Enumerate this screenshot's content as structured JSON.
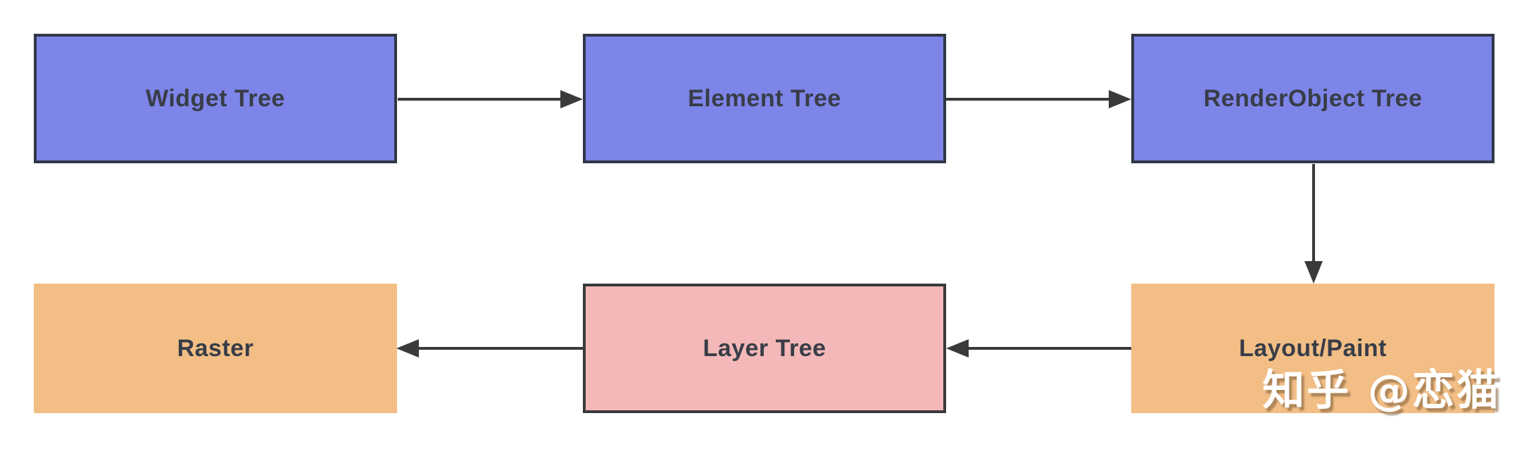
{
  "diagram": {
    "background": "#FFFFFF",
    "edge_color": "#3A3A3A",
    "text_color": "#383D47",
    "nodes": {
      "widget_tree": {
        "label": "Widget Tree",
        "fill": "#7D85E8",
        "border": "#2F3747"
      },
      "element_tree": {
        "label": "Element Tree",
        "fill": "#7D85E8",
        "border": "#2F3747"
      },
      "renderobject_tree": {
        "label": "RenderObject Tree",
        "fill": "#7D85E8",
        "border": "#2F3747"
      },
      "raster": {
        "label": "Raster",
        "fill": "#F2BE85",
        "border": "none"
      },
      "layer_tree": {
        "label": "Layer Tree",
        "fill": "#F4B8B8",
        "border": "#3A3A3A"
      },
      "layout_paint": {
        "label": "Layout/Paint",
        "fill": "#F2BE85",
        "border": "none"
      }
    },
    "edges": [
      {
        "from": "widget_tree",
        "to": "element_tree",
        "direction": "right"
      },
      {
        "from": "element_tree",
        "to": "renderobject_tree",
        "direction": "right"
      },
      {
        "from": "renderobject_tree",
        "to": "layout_paint",
        "direction": "down"
      },
      {
        "from": "layout_paint",
        "to": "layer_tree",
        "direction": "left"
      },
      {
        "from": "layer_tree",
        "to": "raster",
        "direction": "left"
      }
    ],
    "watermark": {
      "text": "知乎 @恋猫",
      "color": "#FFFFFF"
    }
  }
}
